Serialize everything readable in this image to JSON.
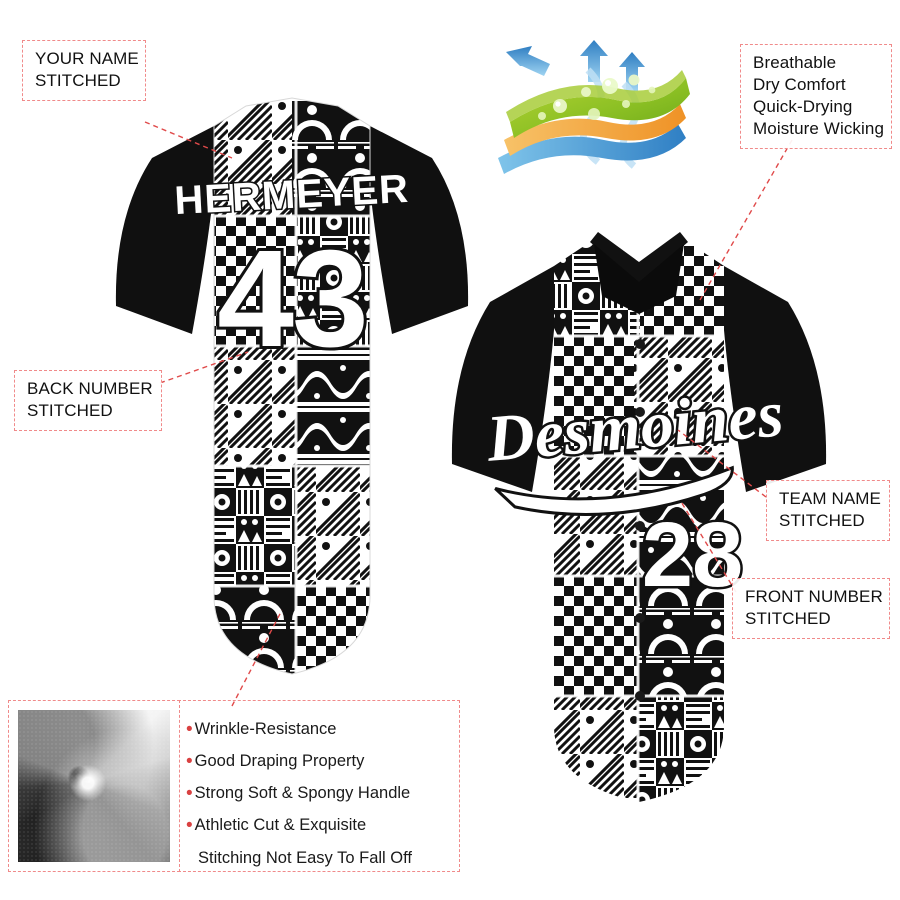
{
  "product": {
    "type": "custom-baseball-jersey",
    "colorway": "Black / White tribal geometric pattern",
    "back": {
      "player_name": "HERMEYER",
      "number": "43"
    },
    "front": {
      "team_name": "Desmoines",
      "number": "28"
    }
  },
  "callouts": [
    {
      "id": "your-name",
      "line1": "YOUR NAME",
      "line2": "STITCHED"
    },
    {
      "id": "back-number",
      "line1": "BACK NUMBER",
      "line2": "STITCHED"
    },
    {
      "id": "team-name",
      "line1": "TEAM NAME",
      "line2": "STITCHED"
    },
    {
      "id": "front-number",
      "line1": "FRONT NUMBER",
      "line2": "STITCHED"
    }
  ],
  "fabric_tech": {
    "line1": "Breathable",
    "line2": "Dry Comfort",
    "line3": "Quick-Drying",
    "line4": "Moisture Wicking",
    "icon": "moisture-wicking-layers-icon"
  },
  "features": [
    {
      "bullet": true,
      "text": "Wrinkle-Resistance"
    },
    {
      "bullet": true,
      "text": "Good Draping Property"
    },
    {
      "bullet": true,
      "text": "Strong Soft & Spongy Handle"
    },
    {
      "bullet": true,
      "text": "Athletic Cut & Exquisite"
    },
    {
      "bullet": false,
      "text": "Stitching Not Easy To Fall Off"
    }
  ],
  "swatch": {
    "alt": "black and white swirled mesh fabric close-up"
  },
  "colors": {
    "accent_dashed": "#f08a8a",
    "leader_line": "#e04a4a",
    "text": "#111111",
    "jersey_dark": "#101010",
    "jersey_light": "#ffffff",
    "bullet": "#d94141"
  }
}
